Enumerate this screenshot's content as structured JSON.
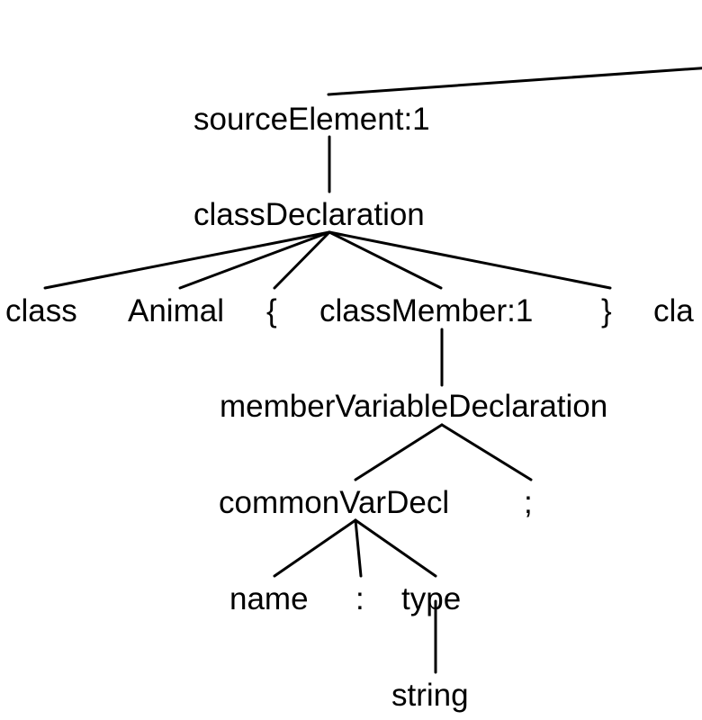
{
  "nodes": {
    "source_element": "sourceElement:1",
    "class_declaration": "classDeclaration",
    "class_keyword": "class",
    "class_name": "Animal",
    "open_brace": "{",
    "class_member": "classMember:1",
    "close_brace": "}",
    "next_class_partial": "cla",
    "member_variable_declaration": "memberVariableDeclaration",
    "common_var_decl": "commonVarDecl",
    "semicolon": ";",
    "name": "name",
    "colon": ":",
    "type": "type",
    "string": "string"
  },
  "colors": {
    "text": "#000000",
    "edges": "#000000",
    "background": "#ffffff"
  }
}
